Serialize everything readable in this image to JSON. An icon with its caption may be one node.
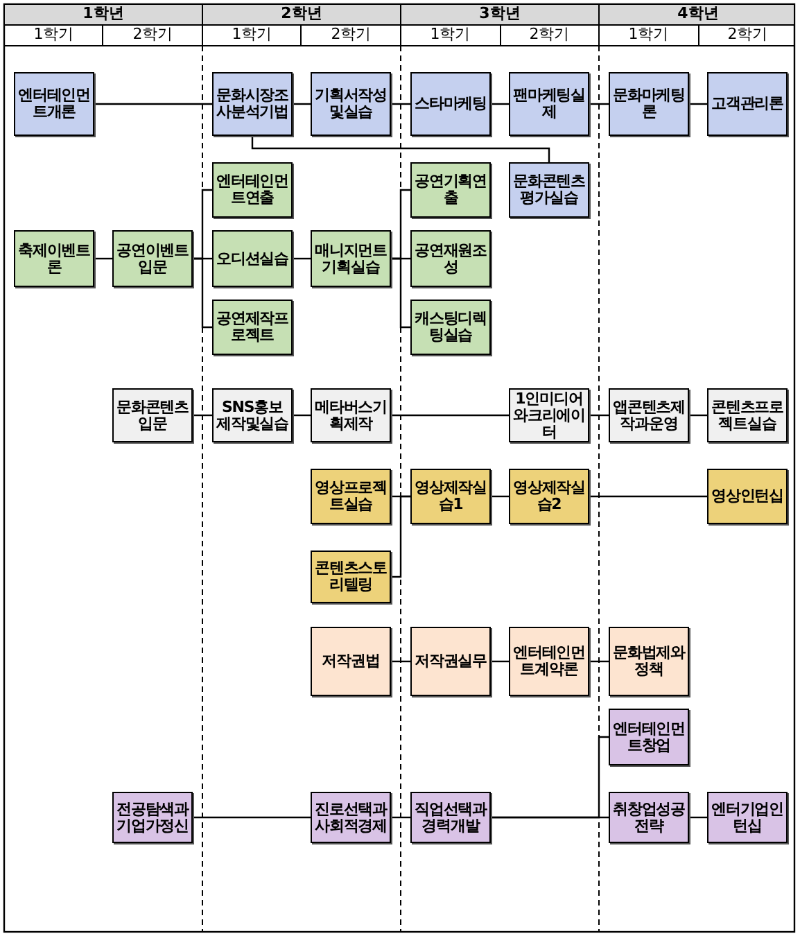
{
  "diagram": {
    "nodes": [
      {
        "text": [
          "엔터테인먼트개론"
        ]
      },
      {
        "text": [
          "문화시장조사분석기법"
        ]
      },
      {
        "text": [
          "기획서작성및실습"
        ]
      },
      {
        "text": [
          "스타마케팅"
        ]
      },
      {
        "text": [
          "팬마케팅실제"
        ]
      },
      {
        "text": [
          "문화마케팅론"
        ]
      },
      {
        "text": [
          "고객관리론"
        ]
      },
      {
        "text": [
          "엔터테인먼트연출"
        ]
      },
      {
        "text": [
          "공연기획연출"
        ]
      },
      {
        "text": [
          "문화콘텐츠평가실습"
        ]
      },
      {
        "text": [
          "축제이벤트론"
        ]
      },
      {
        "text": [
          "공연이벤트입문"
        ]
      },
      {
        "text": [
          "오디션실습"
        ]
      },
      {
        "text": [
          "매니지먼트기획실습"
        ]
      },
      {
        "text": [
          "공연재원조성"
        ]
      },
      {
        "text": [
          "공연제작프로젝트"
        ]
      },
      {
        "text": [
          "캐스팅디렉팅실습"
        ]
      },
      {
        "text": [
          "문화콘텐츠입문"
        ]
      },
      {
        "text": [
          "SNS홍보제작및실습"
        ]
      },
      {
        "text": [
          "메타버스기획제작"
        ]
      },
      {
        "text": [
          "1인미디어와크리에이터"
        ]
      },
      {
        "text": [
          "앱콘텐츠제작과운영"
        ]
      },
      {
        "text": [
          "콘텐츠프로젝트실습"
        ]
      },
      {
        "text": [
          "영상프로젝트실습"
        ]
      },
      {
        "text": [
          "영상제작실습1"
        ]
      },
      {
        "text": [
          "영상제작실습2"
        ]
      },
      {
        "text": [
          "영상인턴십"
        ]
      },
      {
        "text": [
          "콘텐츠스토리텔링"
        ]
      },
      {
        "text": [
          "저작권법"
        ]
      },
      {
        "text": [
          "저작권실무"
        ]
      },
      {
        "text": [
          "엔터테인먼트계약론"
        ]
      },
      {
        "text": [
          "문화법제와정책"
        ]
      },
      {
        "text": [
          "엔터테인먼트창업"
        ]
      },
      {
        "text": [
          "전공탐색과기업가정신"
        ]
      },
      {
        "text": [
          "진로선택과사회적경제"
        ]
      },
      {
        "text": [
          "직업선택과경력개발"
        ]
      },
      {
        "text": [
          "취창업성공전략"
        ]
      },
      {
        "text": [
          "엔터기업인턴십"
        ]
      }
    ],
    "edges": [
      {
        "from": 0,
        "to": 1,
        "arrow": "none"
      },
      {
        "from": 1,
        "to": 2,
        "arrow": "none"
      },
      {
        "from": 2,
        "to": 3,
        "arrow": "none"
      },
      {
        "from": 3,
        "to": 4,
        "arrow": "none"
      },
      {
        "from": 4,
        "to": 5,
        "arrow": "none"
      },
      {
        "from": 5,
        "to": 6,
        "arrow": "none"
      },
      {
        "from": 1,
        "to": 9,
        "arrow": "none"
      },
      {
        "from": 10,
        "to": 11,
        "arrow": "none"
      },
      {
        "from": 11,
        "to": 7,
        "arrow": "none"
      },
      {
        "from": 11,
        "to": 12,
        "arrow": "none"
      },
      {
        "from": 11,
        "to": 15,
        "arrow": "none"
      },
      {
        "from": 12,
        "to": 13,
        "arrow": "none"
      },
      {
        "from": 13,
        "to": 8,
        "arrow": "none"
      },
      {
        "from": 13,
        "to": 14,
        "arrow": "none"
      },
      {
        "from": 13,
        "to": 16,
        "arrow": "none"
      },
      {
        "from": 17,
        "to": 18,
        "arrow": "none"
      },
      {
        "from": 18,
        "to": 19,
        "arrow": "none"
      },
      {
        "from": 19,
        "to": 20,
        "arrow": "none"
      },
      {
        "from": 20,
        "to": 21,
        "arrow": "none"
      },
      {
        "from": 21,
        "to": 22,
        "arrow": "none"
      },
      {
        "from": 23,
        "to": 24,
        "arrow": "none"
      },
      {
        "from": 27,
        "to": 24,
        "arrow": "none"
      },
      {
        "from": 24,
        "to": 25,
        "arrow": "none"
      },
      {
        "from": 25,
        "to": 26,
        "arrow": "none"
      },
      {
        "from": 28,
        "to": 29,
        "arrow": "none"
      },
      {
        "from": 29,
        "to": 30,
        "arrow": "none"
      },
      {
        "from": 30,
        "to": 31,
        "arrow": "none"
      },
      {
        "from": 33,
        "to": 34,
        "arrow": "none"
      },
      {
        "from": 34,
        "to": 35,
        "arrow": "none"
      },
      {
        "from": 35,
        "to": 36,
        "arrow": "none"
      },
      {
        "from": 35,
        "to": 32,
        "arrow": "none"
      },
      {
        "from": 36,
        "to": 37,
        "arrow": "none"
      }
    ],
    "labels": [
      "1학년",
      "2학년",
      "3학년",
      "4학년",
      "1학기",
      "2학기",
      "1학기",
      "2학기",
      "1학기",
      "2학기",
      "1학기",
      "2학기"
    ]
  }
}
